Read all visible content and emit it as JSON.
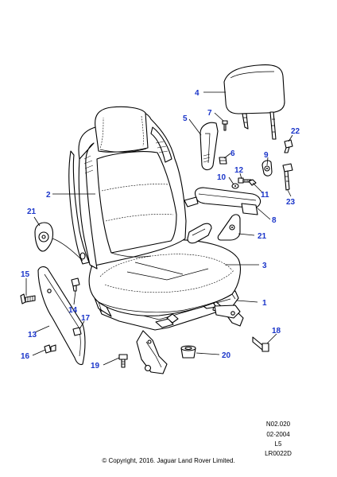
{
  "callouts": [
    {
      "id": "c1",
      "label": "1"
    },
    {
      "id": "c2",
      "label": "2"
    },
    {
      "id": "c3",
      "label": "3"
    },
    {
      "id": "c4",
      "label": "4"
    },
    {
      "id": "c5",
      "label": "5"
    },
    {
      "id": "c6",
      "label": "6"
    },
    {
      "id": "c7",
      "label": "7"
    },
    {
      "id": "c8",
      "label": "8"
    },
    {
      "id": "c9",
      "label": "9"
    },
    {
      "id": "c10",
      "label": "10"
    },
    {
      "id": "c11",
      "label": "11"
    },
    {
      "id": "c12",
      "label": "12"
    },
    {
      "id": "c13",
      "label": "13"
    },
    {
      "id": "c14",
      "label": "14"
    },
    {
      "id": "c15",
      "label": "15"
    },
    {
      "id": "c16",
      "label": "16"
    },
    {
      "id": "c17",
      "label": "17"
    },
    {
      "id": "c18",
      "label": "18"
    },
    {
      "id": "c19",
      "label": "19"
    },
    {
      "id": "c20",
      "label": "20"
    },
    {
      "id": "c21a",
      "label": "21"
    },
    {
      "id": "c21b",
      "label": "21"
    },
    {
      "id": "c22",
      "label": "22"
    },
    {
      "id": "c23",
      "label": "23"
    }
  ],
  "reference": {
    "code": "N02.020",
    "date": "02-2004",
    "level": "L5",
    "drawing": "LR0022D"
  },
  "footer": {
    "copyright": "© Copyright, 2016. Jaguar Land Rover Limited."
  },
  "colors": {
    "callout": "#1a35c9",
    "line": "#000000",
    "background": "#ffffff"
  }
}
